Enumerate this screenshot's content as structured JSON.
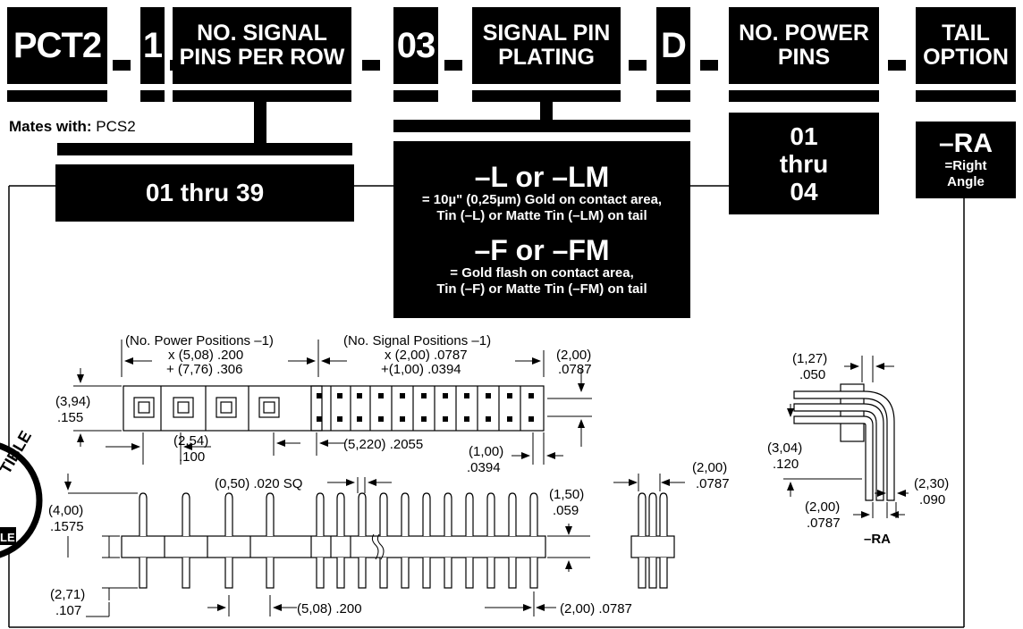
{
  "part_code": {
    "prefix": "PCT2",
    "rows": "1",
    "signal_pins_header": "NO. SIGNAL PINS PER ROW",
    "signal_pins_value": "03",
    "plating_header": "SIGNAL PIN PLATING",
    "plating_value": "D",
    "power_pins_header": "NO. POWER PINS",
    "tail_header": "TAIL OPTION"
  },
  "mates_with": {
    "label": "Mates with:",
    "value": "PCS2"
  },
  "options": {
    "signal_range": "01 thru 39",
    "plating": [
      {
        "code": "–L or –LM",
        "desc1": "= 10µ\" (0,25µm) Gold on contact area,",
        "desc2": "Tin (–L) or Matte Tin (–LM) on tail"
      },
      {
        "code": "–F or –FM",
        "desc1": "= Gold flash on contact area,",
        "desc2": "Tin (–F) or Matte Tin (–FM) on tail"
      }
    ],
    "power": {
      "line1": "01",
      "line2": "thru",
      "line3": "04"
    },
    "tail": {
      "code": "–RA",
      "desc1": "=Right",
      "desc2": "Angle"
    }
  },
  "dimensions": {
    "power_positions": "(No. Power Positions –1)",
    "power_pitch": "x (5,08) .200",
    "power_plus": "+ (7,76) .306",
    "signal_positions": "(No. Signal Positions –1)",
    "signal_pitch": "x (2,00) .0787",
    "signal_plus": "+(1,00) .0394",
    "top_right_mm": "(2,00)",
    "top_right_in": ".0787",
    "body_height_mm": "(3,94)",
    "body_height_in": ".155",
    "power_pitch2_mm": "(2,54)",
    "power_pitch2_in": ".100",
    "gap_5220": "(5,220) .2055",
    "sig_offset_mm": "(1,00)",
    "sig_offset_in": ".0394",
    "pin_sq": "(0,50) .020 SQ",
    "side_mm": "(2,00)",
    "side_in": ".0787",
    "above_mm": "(4,00)",
    "above_in": ".1575",
    "insul_mm": "(1,50)",
    "insul_in": ".059",
    "below_mm": "(2,71)",
    "below_in": ".107",
    "pitch_508": "(5,08) .200",
    "pitch_200": "(2,00) .0787",
    "ra_pitch_mm": "(1,27)",
    "ra_pitch_in": ".050",
    "ra_height_mm": "(3,04)",
    "ra_height_in": ".120",
    "ra_tail_mm": "(2,30)",
    "ra_tail_in": ".090",
    "ra_row_mm": "(2,00)",
    "ra_row_in": ".0787",
    "ra_label": "–RA"
  },
  "badge": {
    "text": "TIBLE",
    "sub": "LE"
  }
}
